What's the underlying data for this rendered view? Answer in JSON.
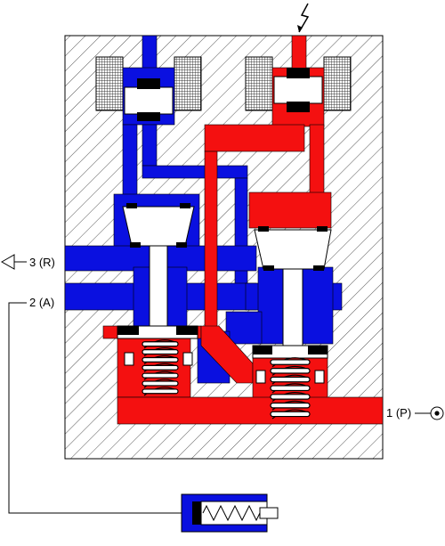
{
  "ports": {
    "exhaust": "3 (R)",
    "output": "2 (A)",
    "pressure": "1 (P)"
  },
  "colors": {
    "exhaust_blue": "#0a10e0",
    "pressure_red": "#f41010",
    "body_hatch": "#555555",
    "coil_mesh": "#444444",
    "outline": "#000000"
  },
  "icons": [
    "lightning-icon",
    "exhaust-arrow-icon",
    "pressure-source-icon",
    "spring-icon",
    "cylinder-icon"
  ]
}
